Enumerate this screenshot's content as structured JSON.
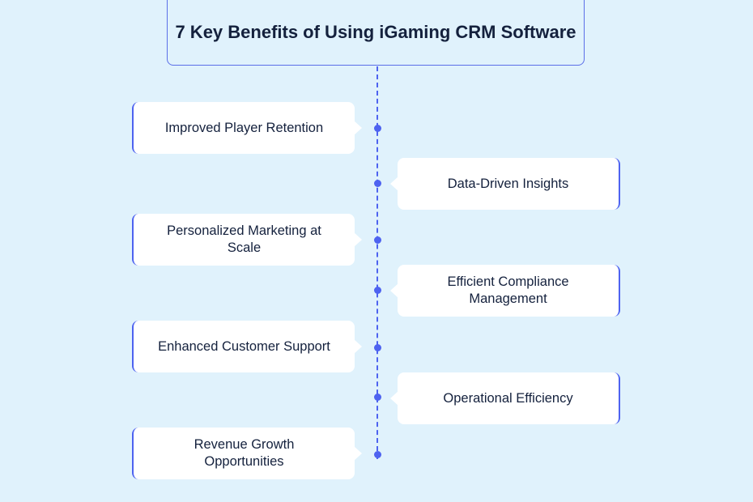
{
  "title": "7 Key Benefits of Using iGaming CRM Software",
  "colors": {
    "background": "#e0f2fc",
    "accent": "#4e63f0",
    "card": "#ffffff",
    "text": "#14213d"
  },
  "benefits": [
    {
      "label": "Improved Player Retention",
      "side": "left"
    },
    {
      "label": "Data-Driven Insights",
      "side": "right"
    },
    {
      "label": "Personalized Marketing at Scale",
      "side": "left"
    },
    {
      "label": "Efficient Compliance Management",
      "side": "right"
    },
    {
      "label": "Enhanced Customer Support",
      "side": "left"
    },
    {
      "label": "Operational Efficiency",
      "side": "right"
    },
    {
      "label": "Revenue Growth Opportunities",
      "side": "left"
    }
  ]
}
